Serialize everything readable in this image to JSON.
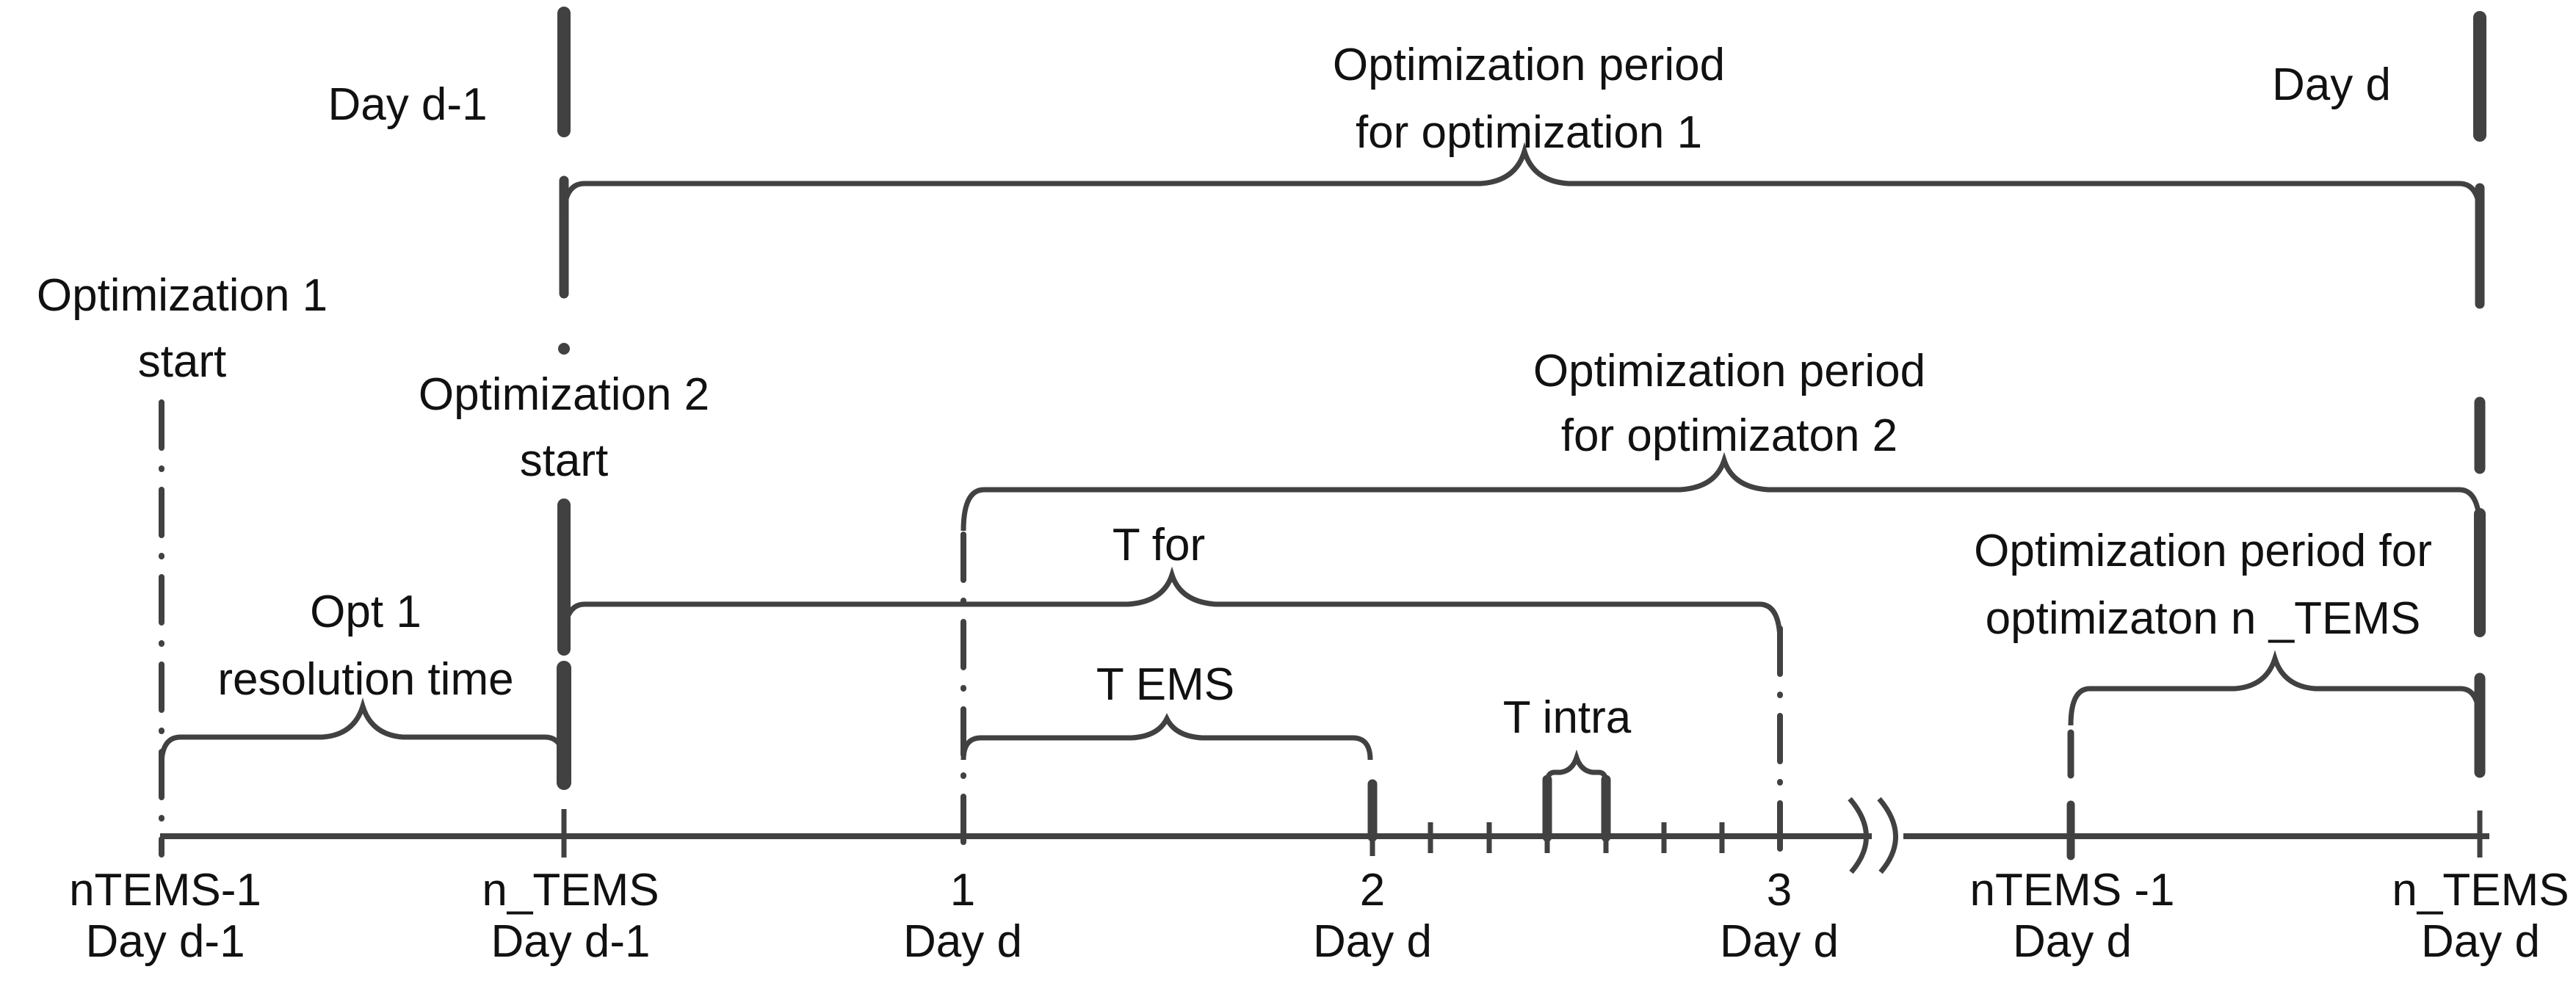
{
  "colors": {
    "line": "#414141",
    "text": "#111111",
    "background": "#ffffff"
  },
  "top_row": {
    "day_d_minus_1": "Day d-1",
    "day_d": "Day d"
  },
  "events": {
    "opt1_start_line1": "Optimization 1",
    "opt1_start_line2": "start",
    "opt2_start_line1": "Optimization 2",
    "opt2_start_line2": "start"
  },
  "periods": {
    "period1_line1": "Optimization period",
    "period1_line2": "for optimization 1",
    "period2_line1": "Optimization period",
    "period2_line2": "for optimizaton 2",
    "period_n_line1": "Optimization period for",
    "period_n_line2": "optimizaton n _TEMS",
    "opt1_resolution_line1": "Opt 1",
    "opt1_resolution_line2": "resolution time",
    "t_for": "T for",
    "t_ems": "T EMS",
    "t_intra": "T intra"
  },
  "axis_ticks": [
    {
      "line1": "nTEMS-1",
      "line2": "Day d-1"
    },
    {
      "line1": "n_TEMS",
      "line2": "Day d-1"
    },
    {
      "line1": "1",
      "line2": "Day d"
    },
    {
      "line1": "2",
      "line2": "Day d"
    },
    {
      "line1": "3",
      "line2": "Day d"
    },
    {
      "line1": "nTEMS -1",
      "line2": "Day d"
    },
    {
      "line1": "n_TEMS",
      "line2": "Day d"
    }
  ]
}
